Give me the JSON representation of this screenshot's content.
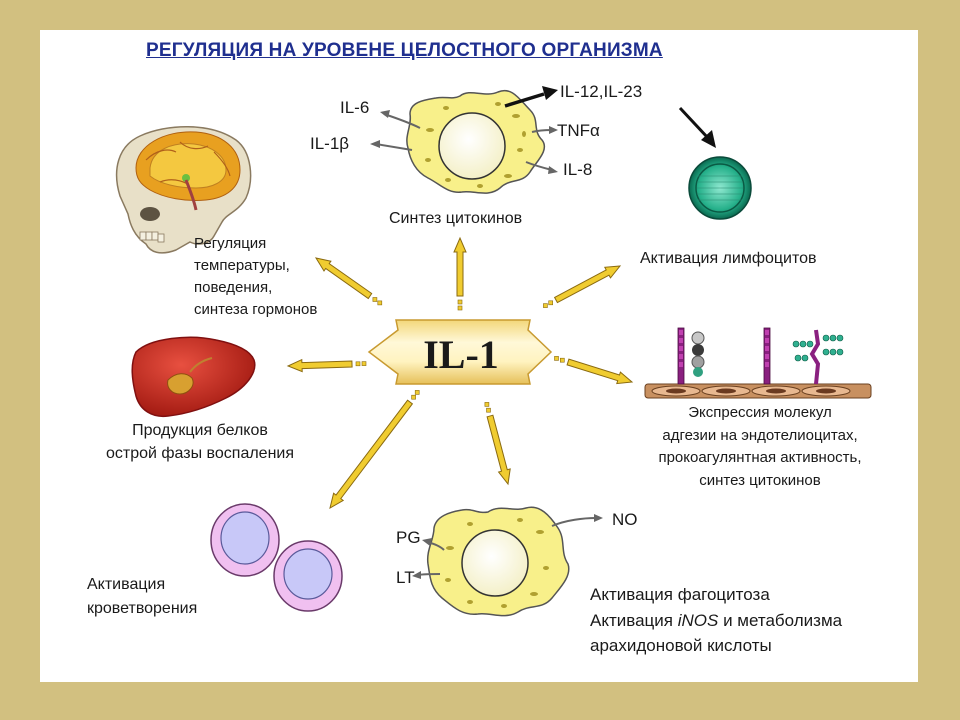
{
  "title": "РЕГУЛЯЦИЯ НА УРОВЕНЕ ЦЕЛОСТНОГО ОРГАНИЗМА",
  "center": "IL-1",
  "cytokine_cell": {
    "il6": "IL-6",
    "il1b": "IL-1β",
    "il12": "IL-12,IL-23",
    "tnf": "TNFα",
    "il8": "IL-8",
    "caption": "Синтез цитокинов"
  },
  "brain": {
    "caption_lines": [
      "Регуляция",
      "температуры,",
      "поведения,",
      "синтеза гормонов"
    ]
  },
  "lymphocyte": {
    "caption": "Активация лимфоцитов"
  },
  "liver": {
    "caption_lines": [
      "Продукция белков",
      "острой фазы воспаления"
    ]
  },
  "endothelium": {
    "caption_lines": [
      "Экспрессия молекул",
      "адгезии на эндотелиоцитах,",
      "прокоагулянтная активность,",
      "синтез цитокинов"
    ]
  },
  "blood": {
    "caption_lines": [
      "Активация",
      "кроветворения"
    ]
  },
  "phagocyte": {
    "pg": "PG",
    "lt": "LT",
    "no": "NO",
    "caption_line1": "Активация фагоцитоза",
    "caption_line2_pre": "Активация ",
    "caption_line2_em": "iNOS",
    "caption_line2_post": " и метаболизма",
    "caption_line3": "арахидоновой кислоты"
  },
  "colors": {
    "title": "#1f2f8f",
    "cell_fill": "#f8f08a",
    "arrow_fill": "#e8c020",
    "lymphocyte": "#1a9a7a",
    "rbc_outer": "#f0c0f0",
    "rbc_inner": "#c8c8f8"
  }
}
